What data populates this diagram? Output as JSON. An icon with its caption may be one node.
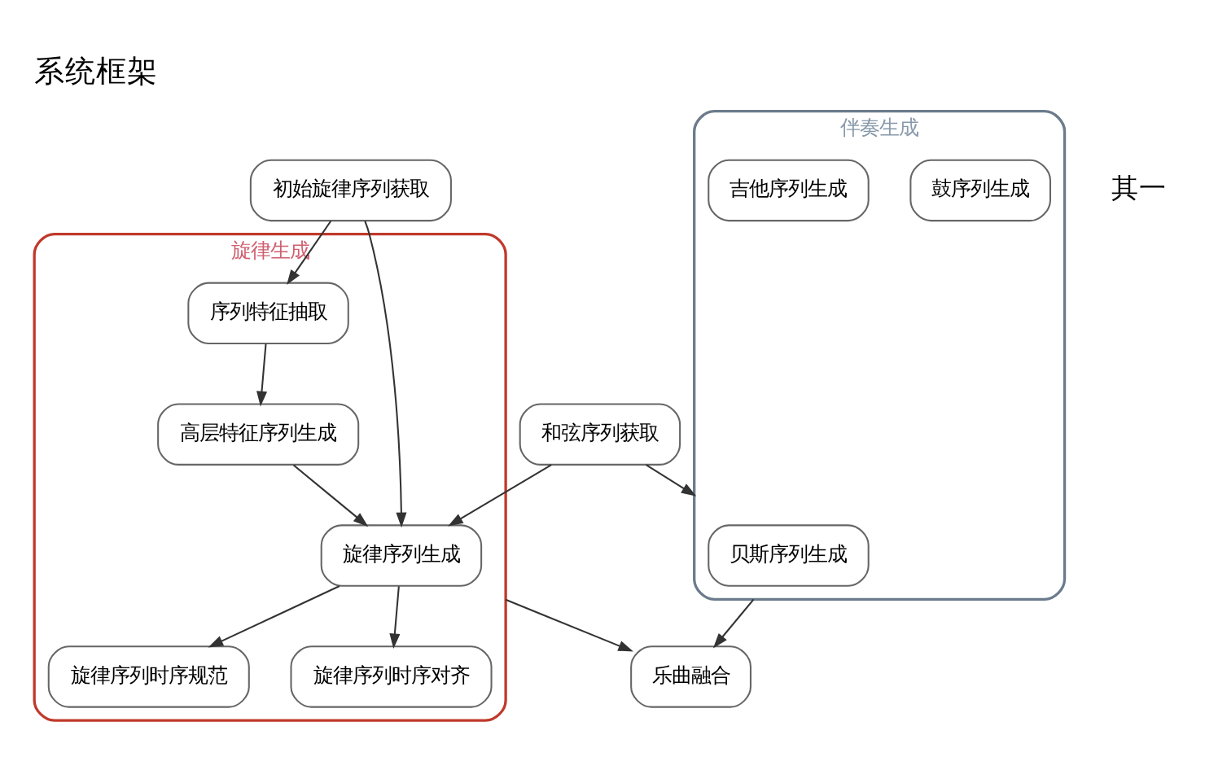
{
  "diagram": {
    "title": "系统框架",
    "nodes": [
      {
        "text": [
          "初始旋律序列获取"
        ]
      },
      {
        "text": [
          "和弦序列获取"
        ]
      },
      {
        "text": [
          "伴奏生成"
        ]
      },
      {
        "text": [
          "鼓序列生成"
        ],
        "in": 2
      },
      {
        "text": [
          "贝斯序列生成"
        ],
        "in": 2
      },
      {
        "text": [
          "吉他序列生成"
        ],
        "in": 2
      },
      {
        "text": [
          "旋律生成"
        ]
      },
      {
        "text": [
          "序列特征抽取"
        ],
        "in": 6
      },
      {
        "text": [
          "高层特征序列生成"
        ],
        "in": 6
      },
      {
        "text": [
          "旋律序列生成"
        ],
        "in": 6
      },
      {
        "text": [
          "旋律序列时序规范"
        ],
        "in": 6
      },
      {
        "text": [
          "旋律序列时序对齐"
        ],
        "in": 6
      },
      {
        "text": [
          "乐曲融合"
        ]
      }
    ],
    "edges": [
      {
        "from": 0,
        "to": 7,
        "arrow": "to"
      },
      {
        "from": 0,
        "to": 9,
        "arrow": "to"
      },
      {
        "from": 1,
        "to": 9,
        "arrow": "to"
      },
      {
        "from": 1,
        "to": 2,
        "arrow": "to"
      },
      {
        "from": 7,
        "to": 8,
        "arrow": "to"
      },
      {
        "from": 8,
        "to": 9,
        "arrow": "to"
      },
      {
        "from": 9,
        "to": 10,
        "arrow": "to"
      },
      {
        "from": 9,
        "to": 11,
        "arrow": "to"
      },
      {
        "from": 2,
        "to": 12,
        "arrow": "to"
      },
      {
        "from": 6,
        "to": 12,
        "arrow": "to"
      }
    ],
    "labels": [
      "其一"
    ]
  }
}
